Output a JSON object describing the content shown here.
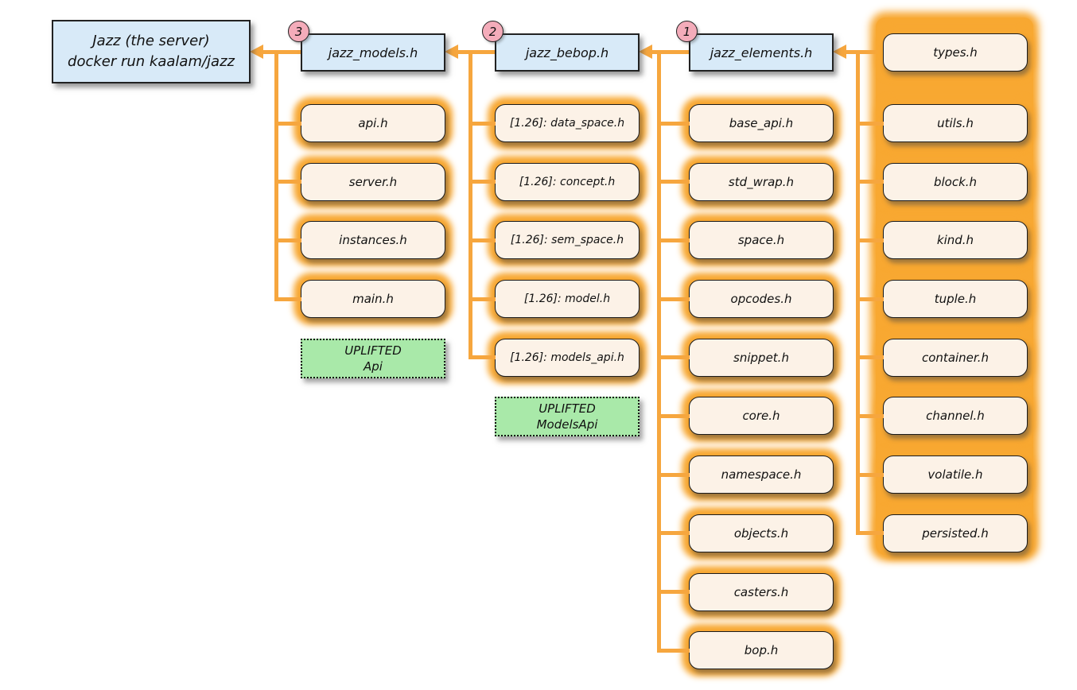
{
  "root": {
    "line1": "Jazz (the server)",
    "line2": "docker run kaalam/jazz"
  },
  "columns": [
    {
      "badge": "3",
      "header": "jazz_models.h",
      "children": [
        "api.h",
        "server.h",
        "instances.h",
        "main.h"
      ],
      "uplifted": {
        "line1": "UPLIFTED",
        "line2": "Api"
      }
    },
    {
      "badge": "2",
      "header": "jazz_bebop.h",
      "children": [
        "[1.26]: data_space.h",
        "[1.26]: concept.h",
        "[1.26]: sem_space.h",
        "[1.26]: model.h",
        "[1.26]: models_api.h"
      ],
      "uplifted": {
        "line1": "UPLIFTED",
        "line2": "ModelsApi"
      }
    },
    {
      "badge": "1",
      "header": "jazz_elements.h",
      "children": [
        "base_api.h",
        "std_wrap.h",
        "space.h",
        "opcodes.h",
        "snippet.h",
        "core.h",
        "namespace.h",
        "objects.h",
        "casters.h",
        "bop.h"
      ]
    },
    {
      "children": [
        "types.h",
        "utils.h",
        "block.h",
        "kind.h",
        "tuple.h",
        "container.h",
        "channel.h",
        "volatile.h",
        "persisted.h"
      ]
    }
  ],
  "colors": {
    "connector_orange": "#F6A63E",
    "glow_orange": "#F8A832",
    "file_box_cream": "#FCF2E7",
    "header_blue": "#D8EAF8",
    "uplifted_green": "#A9E9A9",
    "badge_pink": "#F4ACBA"
  }
}
